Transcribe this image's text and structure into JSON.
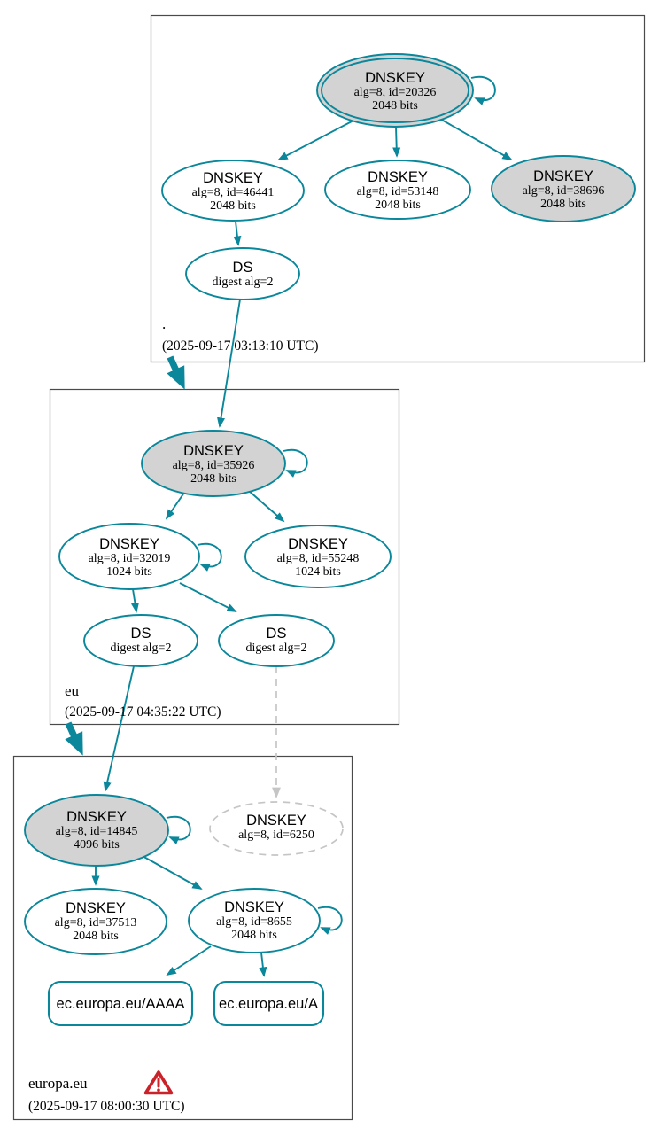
{
  "diagram_type": "dnssec-authentication-chain",
  "colors": {
    "edge_secure": "#0a879a",
    "ksk_fill": "#d3d3d3",
    "node_fill": "#ffffff",
    "missing_gray": "#c5c5c5",
    "warning_red": "#cb2128",
    "zone_border": "#4a4a4a",
    "text": "#000000"
  },
  "zones": [
    {
      "label": ".",
      "timestamp": "(2025-09-17 03:13:10 UTC)",
      "nodes": {
        "ksk": {
          "title": "DNSKEY",
          "detail": "alg=8, id=20326",
          "bits": "2048 bits"
        },
        "zsk_46441": {
          "title": "DNSKEY",
          "detail": "alg=8, id=46441",
          "bits": "2048 bits"
        },
        "zsk_53148": {
          "title": "DNSKEY",
          "detail": "alg=8, id=53148",
          "bits": "2048 bits"
        },
        "zsk_38696": {
          "title": "DNSKEY",
          "detail": "alg=8, id=38696",
          "bits": "2048 bits"
        },
        "ds": {
          "title": "DS",
          "detail": "digest alg=2"
        }
      }
    },
    {
      "label": "eu",
      "timestamp": "(2025-09-17 04:35:22 UTC)",
      "nodes": {
        "ksk": {
          "title": "DNSKEY",
          "detail": "alg=8, id=35926",
          "bits": "2048 bits"
        },
        "zsk_32019": {
          "title": "DNSKEY",
          "detail": "alg=8, id=32019",
          "bits": "1024 bits"
        },
        "zsk_55248": {
          "title": "DNSKEY",
          "detail": "alg=8, id=55248",
          "bits": "1024 bits"
        },
        "ds_left": {
          "title": "DS",
          "detail": "digest alg=2"
        },
        "ds_right": {
          "title": "DS",
          "detail": "digest alg=2"
        }
      }
    },
    {
      "label": "europa.eu",
      "timestamp": "(2025-09-17 08:00:30 UTC)",
      "warning_icon": "warning-triangle",
      "nodes": {
        "ksk": {
          "title": "DNSKEY",
          "detail": "alg=8, id=14845",
          "bits": "4096 bits"
        },
        "missing": {
          "title": "DNSKEY",
          "detail": "alg=8, id=6250"
        },
        "zsk_37513": {
          "title": "DNSKEY",
          "detail": "alg=8, id=37513",
          "bits": "2048 bits"
        },
        "zsk_8655": {
          "title": "DNSKEY",
          "detail": "alg=8, id=8655",
          "bits": "2048 bits"
        },
        "rrset_aaaa": {
          "label": "ec.europa.eu/AAAA"
        },
        "rrset_a": {
          "label": "ec.europa.eu/A"
        }
      }
    }
  ]
}
